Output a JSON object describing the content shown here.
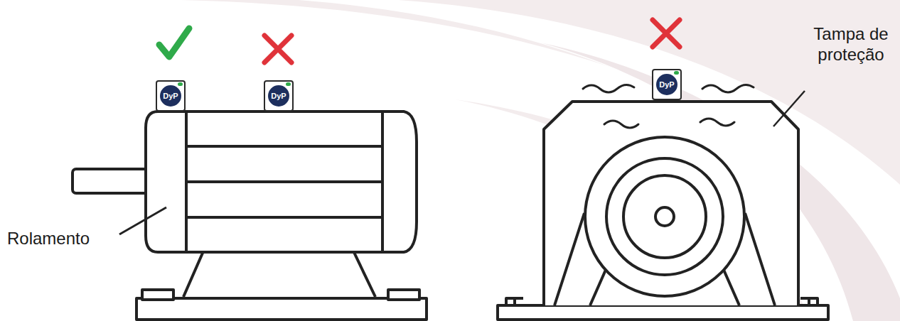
{
  "diagram": {
    "nodes": [
      {
        "text": [
          "DyP"
        ]
      },
      {
        "text": [
          "DyP"
        ]
      },
      {
        "text": [
          "DyP"
        ]
      }
    ],
    "labels": [
      "Rolamento",
      "Tampa de proteção"
    ]
  }
}
